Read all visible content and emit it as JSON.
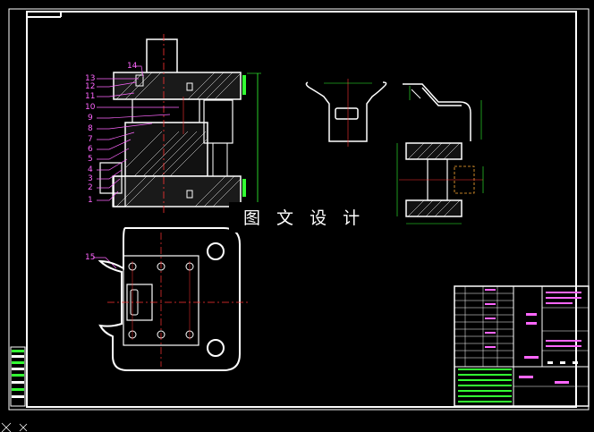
{
  "watermark": "图 文 设 计",
  "part_numbers": [
    "1",
    "2",
    "3",
    "4",
    "5",
    "6",
    "7",
    "8",
    "9",
    "10",
    "11",
    "12",
    "13",
    "14",
    "15"
  ],
  "colors": {
    "background": "#000000",
    "outline": "#ffffff",
    "center_line": "#ff3333",
    "dimension": "#33ff33",
    "leader": "#ff66ff",
    "hatch": "#ffffff"
  }
}
